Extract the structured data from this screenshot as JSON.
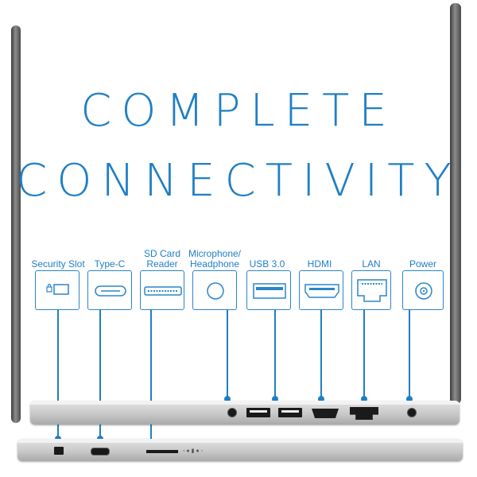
{
  "headline": {
    "line1": "COMPLETE",
    "line2": "CONNECTIVITY"
  },
  "ports": [
    {
      "id": "security-slot",
      "label": "Security Slot",
      "icon": "lock-slot-icon"
    },
    {
      "id": "type-c",
      "label": "Type-C",
      "icon": "usb-c-icon"
    },
    {
      "id": "sd-card-reader",
      "label": "SD Card\nReader",
      "icon": "sd-card-slot-icon"
    },
    {
      "id": "microphone-headphone",
      "label": "Microphone/\nHeadphone",
      "icon": "audio-jack-icon"
    },
    {
      "id": "usb-3",
      "label": "USB 3.0",
      "icon": "usb-a-icon"
    },
    {
      "id": "hdmi",
      "label": "HDMI",
      "icon": "hdmi-port-icon"
    },
    {
      "id": "lan",
      "label": "LAN",
      "icon": "ethernet-port-icon"
    },
    {
      "id": "power",
      "label": "Power",
      "icon": "power-jack-icon"
    }
  ],
  "colors": {
    "accent": "#1f7fc4",
    "chassis": "#c9c9c9",
    "port": "#1a1a1a"
  }
}
